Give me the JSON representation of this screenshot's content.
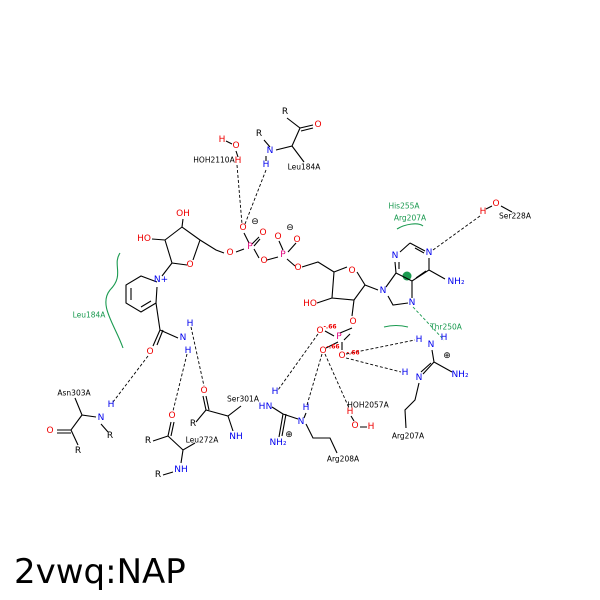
{
  "title": "2vwq:NAP",
  "symbols": {
    "O": "O",
    "N": "N",
    "H": "H",
    "P": "P",
    "R": "R",
    "NH": "NH",
    "NH2": "NH₂",
    "OH": "OH",
    "HO": "HO",
    "N_plus": "N+",
    "plus": "⊕",
    "minus": "⊖",
    "partial": "-.66"
  },
  "residues": {
    "hoh2110": "HOH2110A",
    "leu184_top": "Leu184A",
    "ser228": "Ser228A",
    "his255": "His255A",
    "arg207_green": "Arg207A",
    "leu184_green": "Leu184A",
    "thr250": "Thr250A",
    "asn303": "Asn303A",
    "leu272": "Leu272A",
    "ser301": "Ser301A",
    "arg208": "Arg208A",
    "hoh2057": "HOH2057A",
    "arg207": "Arg207A"
  },
  "colors": {
    "oxygen": "#ee0000",
    "nitrogen": "#0000ee",
    "phosphorus": "#e0007a",
    "hydrophobic": "#1a9a50"
  }
}
